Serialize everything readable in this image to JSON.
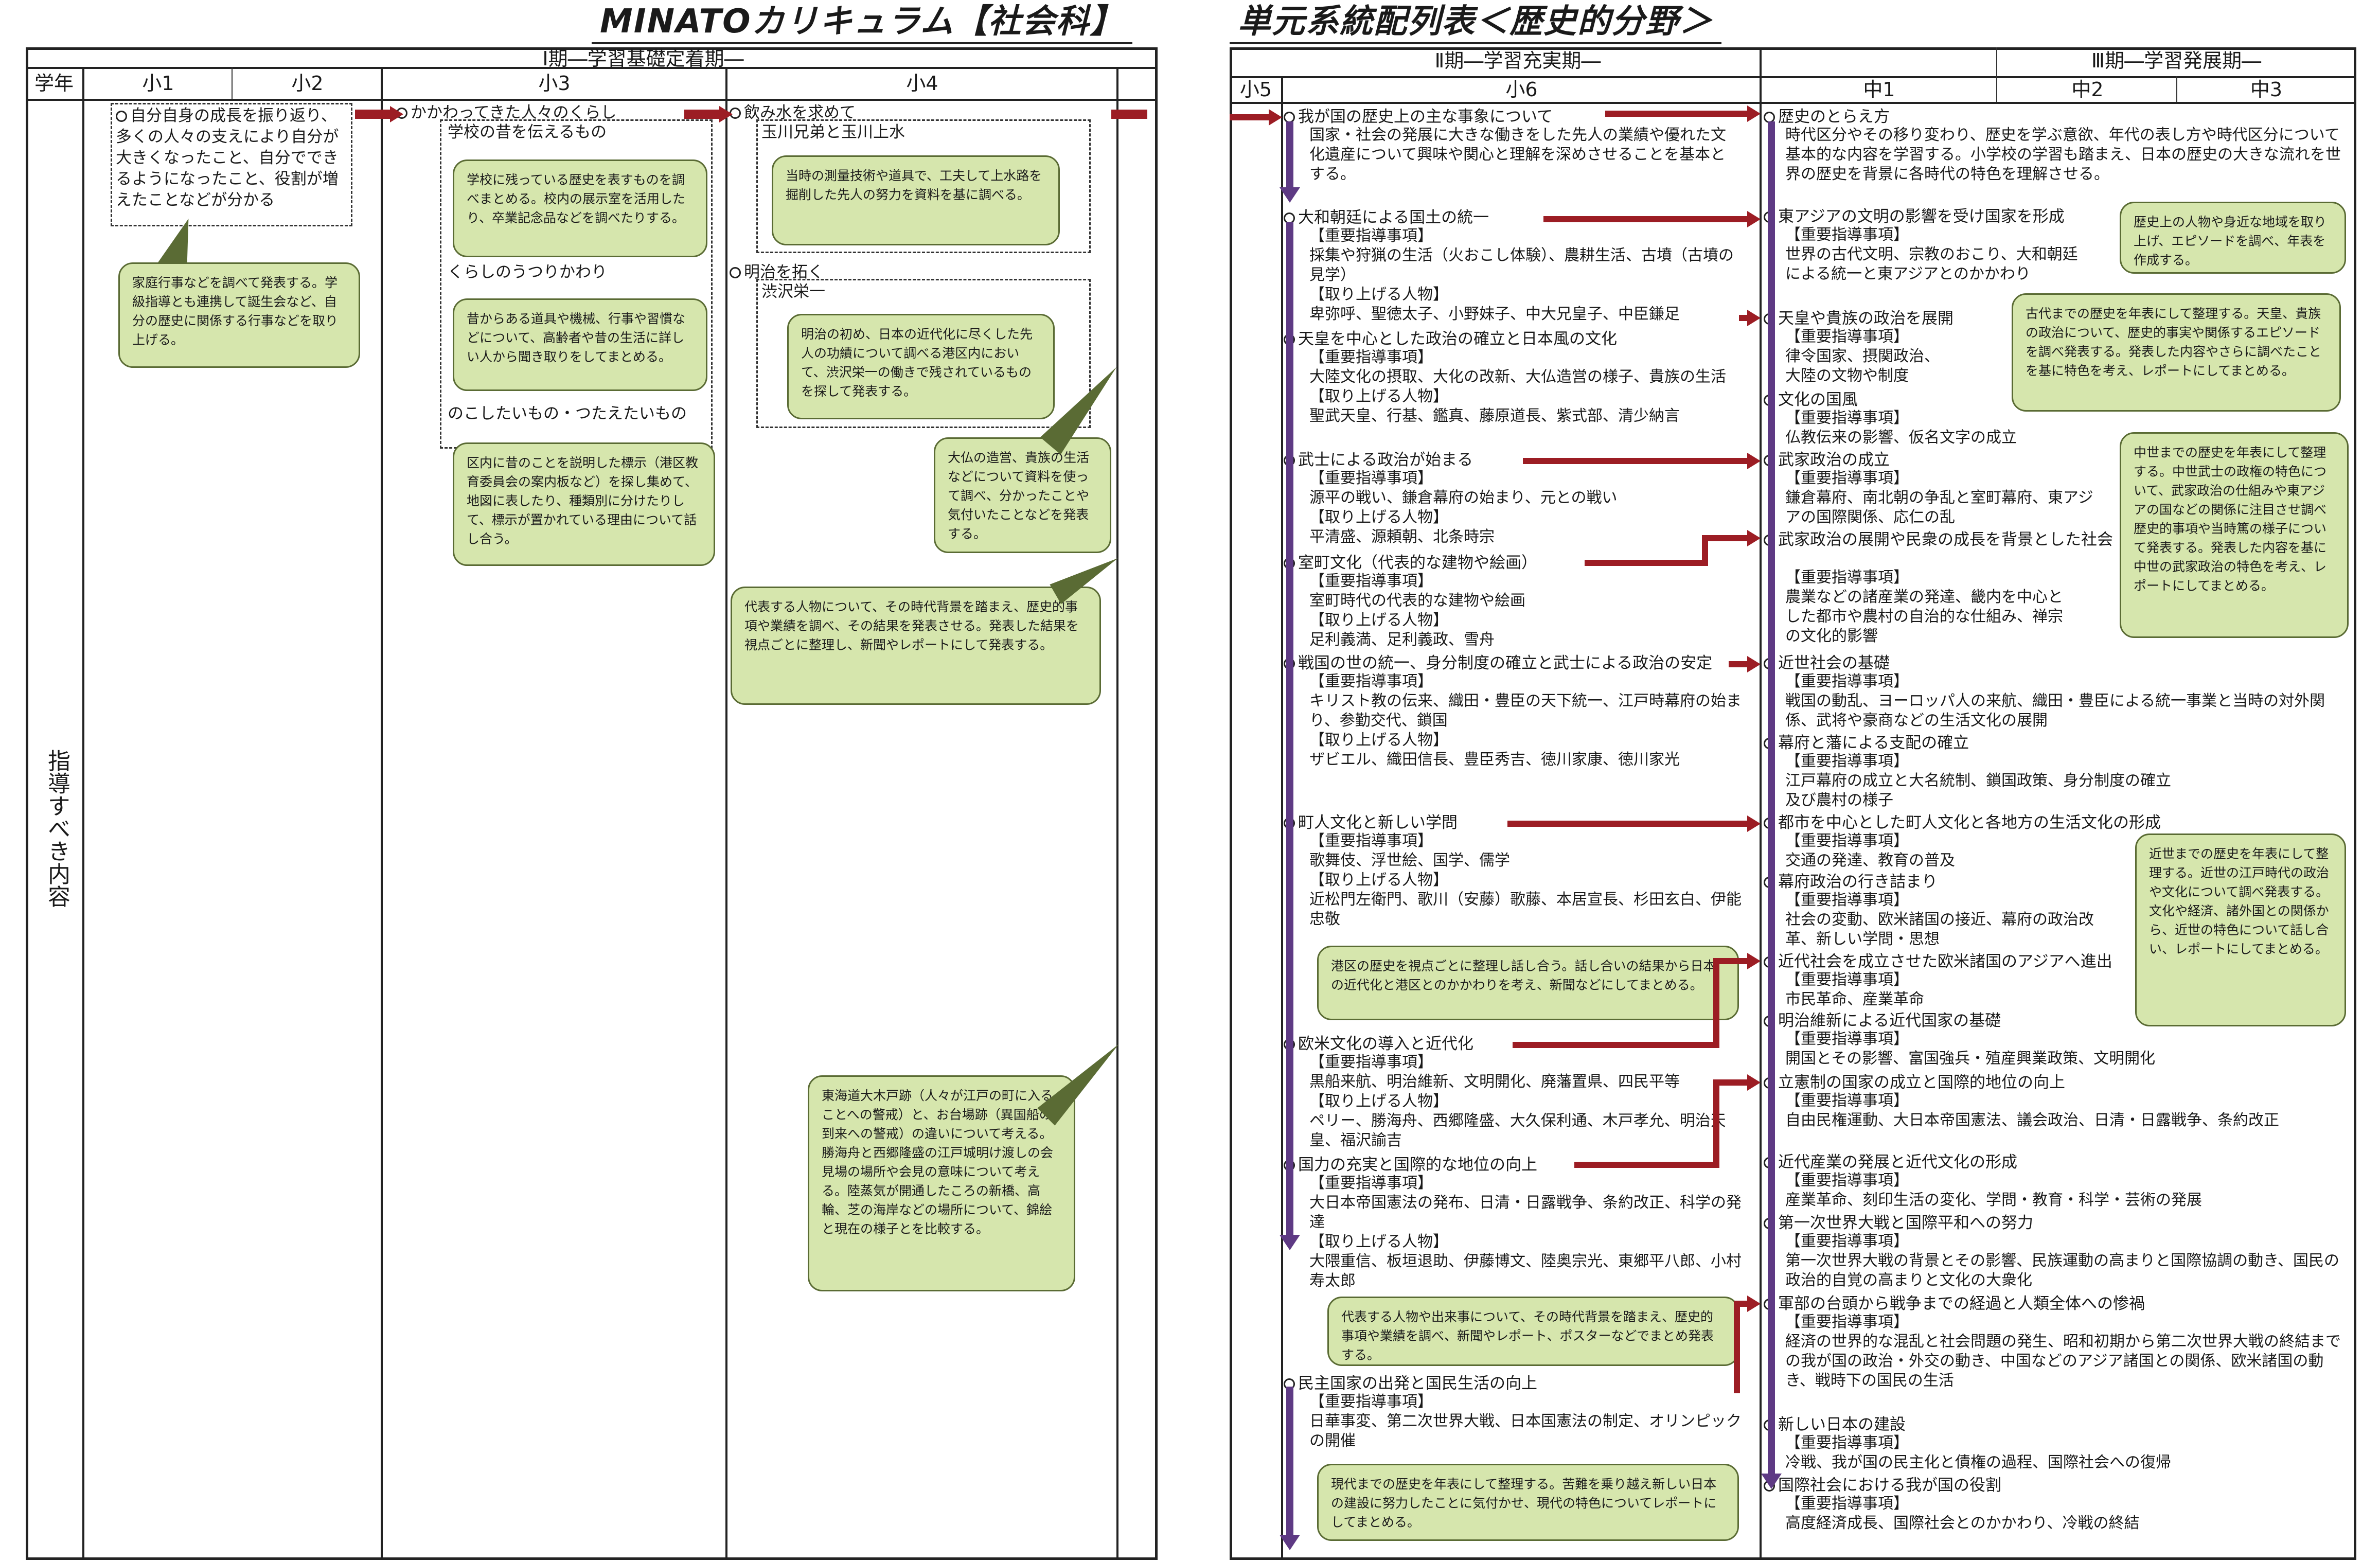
{
  "left_page": {
    "title": "MINATOカリキュラム【社会科】",
    "period_title": "Ⅰ期―学習基礎定着期―",
    "grade_label": "学年",
    "grades": [
      "小1",
      "小2",
      "小3",
      "小4"
    ],
    "row_label": "指導すべき内容",
    "g12": {
      "unit": "自分自身の成長を振り返り、多くの人々の支えにより自分が大きくなったこと、自分でできるようになったこと、役割が増えたことなどが分かる",
      "note": "家庭行事などを調べて発表する。学級指導とも連携して誕生会など、自分の歴史に関係する行事などを取り上げる。"
    },
    "g3": {
      "unit": "かかわってきた人々のくらし",
      "sub1": "学校の昔を伝えるもの",
      "note1": "学校に残っている歴史を表すものを調べまとめる。校内の展示室を活用したり、卒業記念品などを調べたりする。",
      "sub2": "くらしのうつりかわり",
      "note2": "昔からある道具や機械、行事や習慣などについて、高齢者や昔の生活に詳しい人から聞き取りをしてまとめる。",
      "sub3": "のこしたいもの・つたえたいもの",
      "note3": "区内に昔のことを説明した標示（港区教育委員会の案内板など）を探し集めて、地図に表したり、種類別に分けたりして、標示が置かれている理由について話し合う。"
    },
    "g4": {
      "unit1": "飲み水を求めて",
      "sub1": "玉川兄弟と玉川上水",
      "note1": "当時の測量技術や道具で、工夫して上水路を掘削した先人の努力を資料を基に調べる。",
      "unit2": "明治を拓く",
      "sub2": "渋沢栄一",
      "note2": "明治の初め、日本の近代化に尽くした先人の功績について調べる港区内において、渋沢栄一の働きで残されているものを探して発表する。",
      "note3": "大仏の造営、貴族の生活などについて資料を使って調べ、分かったことや気付いたことなどを発表する。",
      "note4": "代表する人物について、その時代背景を踏まえ、歴史的事項や業績を調べ、その結果を発表させる。発表した結果を視点ごとに整理し、新聞やレポートにして発表する。",
      "note5": "東海道大木戸跡（人々が江戸の町に入ることへの警戒）と、お台場跡（異国船の到来への警戒）の違いについて考える。勝海舟と西郷隆盛の江戸城明け渡しの会見場の場所や会見の意味について考える。陸蒸気が開通したころの新橋、高輪、芝の海岸などの場所について、錦絵と現在の様子とを比較する。"
    }
  },
  "right_page": {
    "title": "単元系統配列表＜歴史的分野＞",
    "period2_title": "Ⅱ期―学習充実期―",
    "period3_title": "Ⅲ期―学習発展期―",
    "grades": [
      "小5",
      "小6",
      "中1",
      "中2",
      "中3"
    ],
    "g6": [
      {
        "title": "我が国の歴史上の主な事象について",
        "body": "国家・社会の発展に大きな働きをした先人の業績や優れた文化遺産について興味や関心と理解を深めさせることを基本とする。"
      },
      {
        "title": "大和朝廷による国土の統一",
        "body": "【重要指導事項】\n採集や狩猟の生活（火おこし体験）、農耕生活、古墳（古墳の見学）\n【取り上げる人物】\n卑弥呼、聖徳太子、小野妹子、中大兄皇子、中臣鎌足"
      },
      {
        "title": "天皇を中心とした政治の確立と日本風の文化",
        "body": "【重要指導事項】\n大陸文化の摂取、大化の改新、大仏造営の様子、貴族の生活\n【取り上げる人物】\n聖武天皇、行基、鑑真、藤原道長、紫式部、清少納言"
      },
      {
        "title": "武士による政治が始まる",
        "body": "【重要指導事項】\n源平の戦い、鎌倉幕府の始まり、元との戦い\n【取り上げる人物】\n平清盛、源頼朝、北条時宗"
      },
      {
        "title": "室町文化（代表的な建物や絵画）",
        "body": "【重要指導事項】\n室町時代の代表的な建物や絵画\n【取り上げる人物】\n足利義満、足利義政、雪舟"
      },
      {
        "title": "戦国の世の統一、身分制度の確立と武士による政治の安定",
        "body": "【重要指導事項】\nキリスト教の伝来、織田・豊臣の天下統一、江戸時幕府の始まり、参勤交代、鎖国\n【取り上げる人物】\nザビエル、織田信長、豊臣秀吉、徳川家康、徳川家光"
      },
      {
        "title": "町人文化と新しい学問",
        "body": "【重要指導事項】\n歌舞伎、浮世絵、国学、儒学\n【取り上げる人物】\n近松門左衛門、歌川（安藤）歌藤、本居宣長、杉田玄白、伊能忠敬"
      },
      {
        "title": "欧米文化の導入と近代化",
        "body": "【重要指導事項】\n黒船来航、明治維新、文明開化、廃藩置県、四民平等\n【取り上げる人物】\nペリー、勝海舟、西郷隆盛、大久保利通、木戸孝允、明治天皇、福沢諭吉"
      },
      {
        "title": "国力の充実と国際的な地位の向上",
        "body": "【重要指導事項】\n大日本帝国憲法の発布、日清・日露戦争、条約改正、科学の発達\n【取り上げる人物】\n大隈重信、板垣退助、伊藤博文、陸奥宗光、東郷平八郎、小村寿太郎"
      },
      {
        "title": "民主国家の出発と国民生活の向上",
        "body": "【重要指導事項】\n日華事変、第二次世界大戦、日本国憲法の制定、オリンピックの開催"
      }
    ],
    "g6_notes": [
      "港区の歴史を視点ごとに整理し話し合う。話し合いの結果から日本の近代化と港区とのかかわりを考え、新聞などにしてまとめる。",
      "代表する人物や出来事について、その時代背景を踏まえ、歴史的事項や業績を調べ、新聞やレポート、ポスターなどでまとめ発表する。",
      "現代までの歴史を年表にして整理する。苦難を乗り越え新しい日本の建設に努力したことに気付かせ、現代の特色についてレポートにしてまとめる。"
    ],
    "jh": [
      {
        "title": "歴史のとらえ方",
        "body": "時代区分やその移り変わり、歴史を学ぶ意欲、年代の表し方や時代区分について基本的な内容を学習する。小学校の学習も踏まえ、日本の歴史の大きな流れを世界の歴史を背景に各時代の特色を理解させる。"
      },
      {
        "title": "東アジアの文明の影響を受け国家を形成",
        "body": "【重要指導事項】\n世界の古代文明、宗教のおこり、大和朝廷による統一と東アジアとのかかわり"
      },
      {
        "title": "天皇や貴族の政治を展開",
        "body": "【重要指導事項】\n律令国家、摂関政治、\n大陸の文物や制度"
      },
      {
        "title": "文化の国風",
        "body": "【重要指導事項】\n仏教伝来の影響、仮名文字の成立"
      },
      {
        "title": "武家政治の成立",
        "body": "【重要指導事項】\n鎌倉幕府、南北朝の争乱と室町幕府、東アジアの国際関係、応仁の乱"
      },
      {
        "title": "武家政治の展開や民衆の成長を背景とした社会",
        "body": "【重要指導事項】\n農業などの諸産業の発達、畿内を中心とした都市や農村の自治的な仕組み、禅宗の文化的影響"
      },
      {
        "title": "近世社会の基礎",
        "body": "【重要指導事項】\n戦国の動乱、ヨーロッパ人の来航、織田・豊臣による統一事業と当時の対外関係、武将や豪商などの生活文化の展開"
      },
      {
        "title": "幕府と藩による支配の確立",
        "body": "【重要指導事項】\n江戸幕府の成立と大名統制、鎖国政策、身分制度の確立及び農村の様子"
      },
      {
        "title": "都市を中心とした町人文化と各地方の生活文化の形成",
        "body": "【重要指導事項】\n交通の発達、教育の普及"
      },
      {
        "title": "幕府政治の行き詰まり",
        "body": "【重要指導事項】\n社会の変動、欧米諸国の接近、幕府の政治改革、新しい学問・思想"
      },
      {
        "title": "近代社会を成立させた欧米諸国のアジアへ進出",
        "body": "【重要指導事項】\n市民革命、産業革命"
      },
      {
        "title": "明治維新による近代国家の基礎",
        "body": "【重要指導事項】\n開国とその影響、富国強兵・殖産興業政策、文明開化"
      },
      {
        "title": "立憲制の国家の成立と国際的地位の向上",
        "body": "【重要指導事項】\n自由民権運動、大日本帝国憲法、議会政治、日清・日露戦争、条約改正"
      },
      {
        "title": "近代産業の発展と近代文化の形成",
        "body": "【重要指導事項】\n産業革命、刻印生活の変化、学問・教育・科学・芸術の発展"
      },
      {
        "title": "第一次世界大戦と国際平和への努力",
        "body": "【重要指導事項】\n第一次世界大戦の背景とその影響、民族運動の高まりと国際協調の動き、国民の政治的自覚の高まりと文化の大衆化"
      },
      {
        "title": "軍部の台頭から戦争までの経過と人類全体への惨禍",
        "body": "【重要指導事項】\n経済の世界的な混乱と社会問題の発生、昭和初期から第二次世界大戦の終結までの我が国の政治・外交の動き、中国などのアジア諸国との関係、欧米諸国の動き、戦時下の国民の生活"
      },
      {
        "title": "新しい日本の建設",
        "body": "【重要指導事項】\n冷戦、我が国の民主化と債権の過程、国際社会への復帰"
      },
      {
        "title": "国際社会における我が国の役割",
        "body": "【重要指導事項】\n高度経済成長、国際社会とのかかわり、冷戦の終結"
      }
    ],
    "jh_notes": [
      "歴史上の人物や身近な地域を取り上げ、エピソードを調べ、年表を作成する。",
      "古代までの歴史を年表にして整理する。天皇、貴族の政治について、歴史的事実や関係するエピソードを調べ発表する。発表した内容やさらに調べたことを基に特色を考え、レポートにしてまとめる。",
      "中世までの歴史を年表にして整理する。中世武士の政権の特色について、武家政治の仕組みや東アジアの国などの関係に注目させ調べ歴史的事項や当時篤の様子について発表する。発表した内容を基に中世の武家政治の特色を考え、レポートにしてまとめる。",
      "近世までの歴史を年表にして整理する。近世の江戸時代の政治や文化について調べ発表する。文化や経済、諸外国との関係から、近世の特色について話し合い、レポートにしてまとめる。"
    ]
  },
  "colors": {
    "note_fill": "#d6e6ad",
    "note_border": "#5a6b34",
    "arrow_red": "#9c1d24",
    "arrow_purple": "#5e3a84"
  }
}
